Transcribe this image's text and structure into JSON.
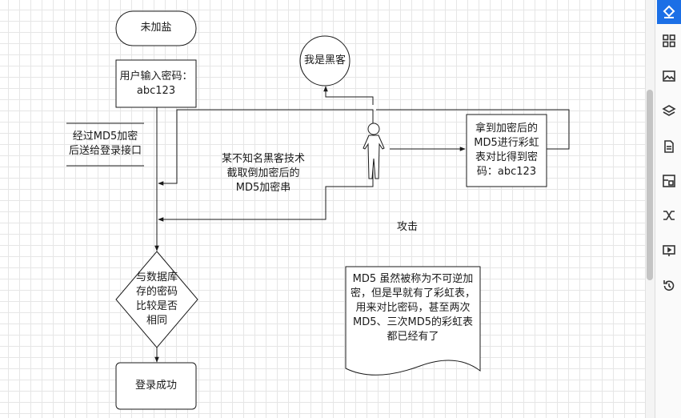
{
  "nodes": {
    "start": "未加盐",
    "input": "用户输入密码：\nabc123",
    "md5_note": "经过MD5加密\n后送给登录接口",
    "hacker": "我是黑客",
    "intercept": "某不知名黑客技术\n截取倒加密后的\nMD5加密串",
    "rainbow": "拿到加密后的\nMD5进行彩虹\n表对比得到密\n码：abc123",
    "attack": "攻击",
    "compare": "与数据库\n存的密码\n比较是否\n相同",
    "success": "登录成功",
    "doc_note": "MD5 虽然被称为不可逆加\n密，但是早就有了彩虹表，\n用来对比密码，甚至两次\nMD5、三次MD5的彩虹表\n都已经有了"
  },
  "toolbar": {
    "tools": [
      "format-icon",
      "shapes-icon",
      "image-icon",
      "layers-icon",
      "page-icon",
      "outline-icon",
      "connect-icon",
      "present-icon",
      "history-icon"
    ],
    "active_tool": "format-icon"
  },
  "colors": {
    "stroke": "#1a1a1a",
    "accent": "#1b6fe6"
  }
}
